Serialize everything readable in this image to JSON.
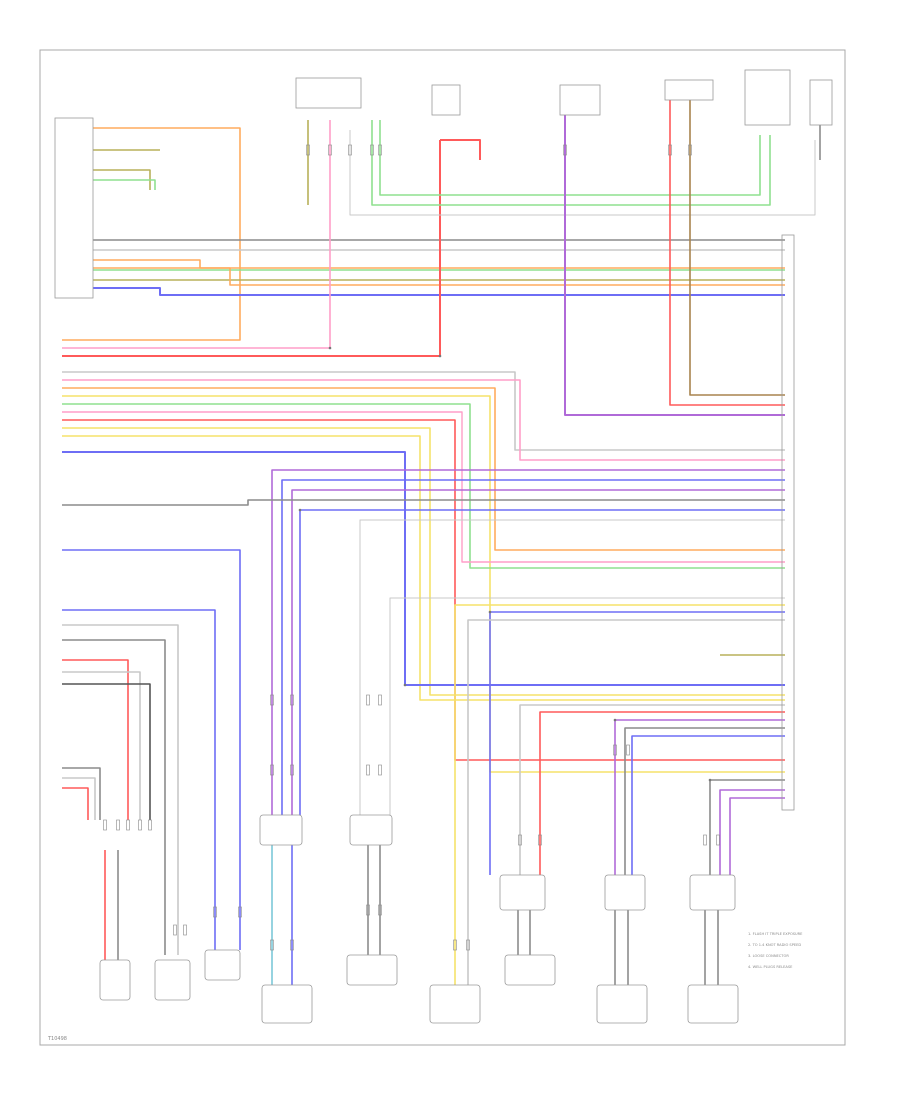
{
  "diagram": {
    "figure_code": "T10498",
    "legend": [
      "1. FLASH IT TRIPLE EXPOSURE",
      "2. TO 1.4 KNOT RADIO SPEED",
      "3. LOOSE CONNECTOR",
      "4. WELL PLUGS RELEASE"
    ],
    "colors": {
      "red": "#ff5a5a",
      "orange": "#ffab5e",
      "green": "#8fe08f",
      "blue": "#6e6ef5",
      "violet": "#b06ad8",
      "pink": "#ff9ec8",
      "yellow": "#f5e26a",
      "olive": "#b8b05a",
      "gray": "#8c8c8c",
      "light_gray": "#c8c8c8",
      "cyan": "#7cc8d8",
      "brown": "#a8844e",
      "black": "#555555"
    }
  }
}
